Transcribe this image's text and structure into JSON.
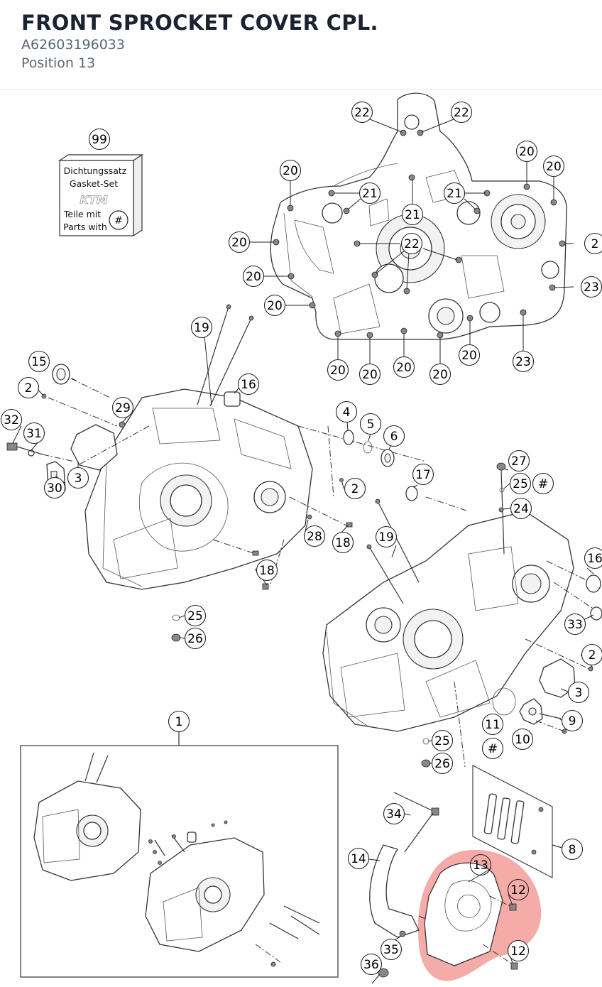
{
  "header": {
    "title": "FRONT SPROCKET COVER CPL.",
    "part_number": "A62603196033",
    "position": "Position 13"
  },
  "gasket_box": {
    "callout": "99",
    "line1": "Dichtungssatz",
    "line2": "Gasket-Set",
    "logo": "KTM",
    "line3": "Teile mit",
    "line4": "Parts with",
    "symbol": "#"
  },
  "highlight": {
    "color": "#e8473f",
    "position": "13"
  },
  "callouts": {
    "c22a": "22",
    "c22b": "22",
    "c20a": "20",
    "c20b": "20",
    "c21a": "21",
    "c21b": "21",
    "c21c": "21",
    "c20c": "20",
    "c22c": "22",
    "c2top": "2",
    "c20d": "20",
    "c23a": "23",
    "c20e": "20",
    "c20f": "20",
    "c20g": "20",
    "c20h": "20",
    "c20i": "20",
    "c20j": "20",
    "c23b": "23",
    "c19a": "19",
    "c15": "15",
    "c2a": "2",
    "c16a": "16",
    "c29": "29",
    "c32": "32",
    "c31": "31",
    "c30": "30",
    "c3a": "3",
    "c4": "4",
    "c5": "5",
    "c6": "6",
    "c17": "17",
    "c2b": "2",
    "c27": "27",
    "c25a": "25",
    "chash1": "#",
    "c24": "24",
    "c28": "28",
    "c18a": "18",
    "c18b": "18",
    "c19b": "19",
    "c16b": "16",
    "c25b": "25",
    "c26a": "26",
    "c33": "33",
    "c2c": "2",
    "c3b": "3",
    "c9": "9",
    "c11": "11",
    "c10": "10",
    "chash2": "#",
    "c1": "1",
    "c25c": "25",
    "c26b": "26",
    "c34": "34",
    "c8": "8",
    "c14": "14",
    "c13": "13",
    "c12a": "12",
    "c35": "35",
    "c12b": "12",
    "c36": "36"
  }
}
